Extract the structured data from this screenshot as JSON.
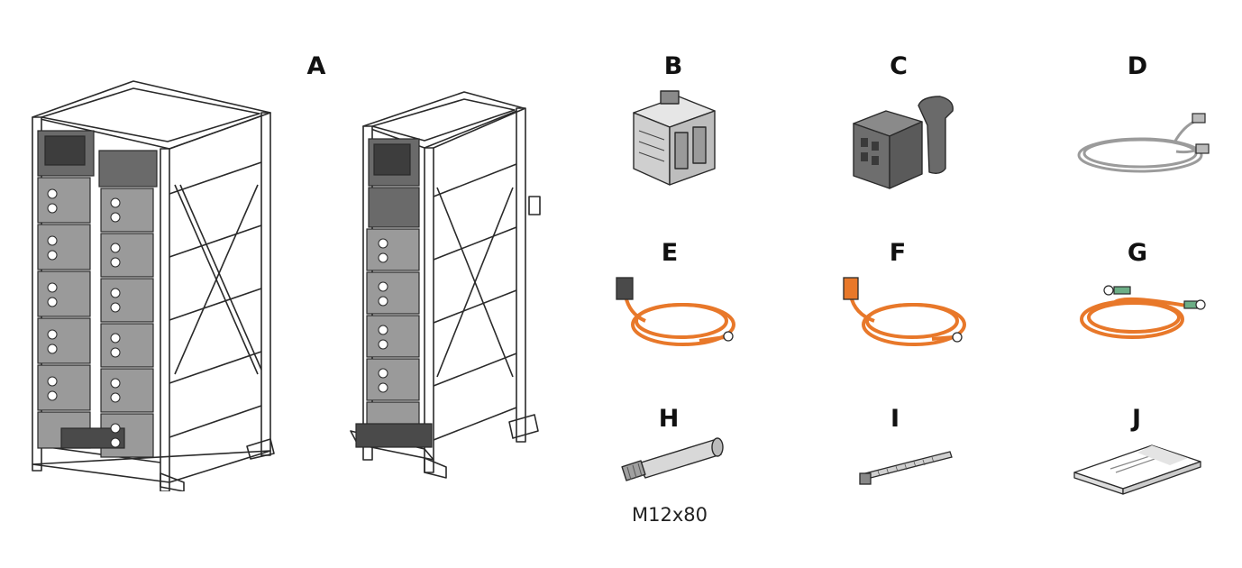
{
  "labels": {
    "A": "A",
    "B": "B",
    "C": "C",
    "D": "D",
    "E": "E",
    "F": "F",
    "G": "G",
    "H": "H",
    "I": "I",
    "J": "J"
  },
  "anchor_spec": "M12x80",
  "colors": {
    "line": "#2a2a2a",
    "module_fill": "#9a9a9a",
    "module_dark": "#5a5a5a",
    "cable_orange": "#e8782a",
    "cable_orange_dark": "#b85a18",
    "terminal_green": "#6cae86",
    "grey_cable": "#9b9b9b"
  },
  "icons": {
    "battery-rack-double": "two-column battery storage rack",
    "battery-rack-single": "single-column battery storage rack",
    "terminal-block": "terminal connector block",
    "cable-seal": "cable sealing insert",
    "network-cable": "grey network patch cable",
    "dc-cable-plus": "orange power cable with connector",
    "dc-cable-minus": "orange power cable with connector",
    "grounding-cable": "orange grounding cable with ring lugs",
    "anchor-bolt": "expansion anchor bolt",
    "cable-tie": "cable tie",
    "documentation": "documentation booklet"
  }
}
